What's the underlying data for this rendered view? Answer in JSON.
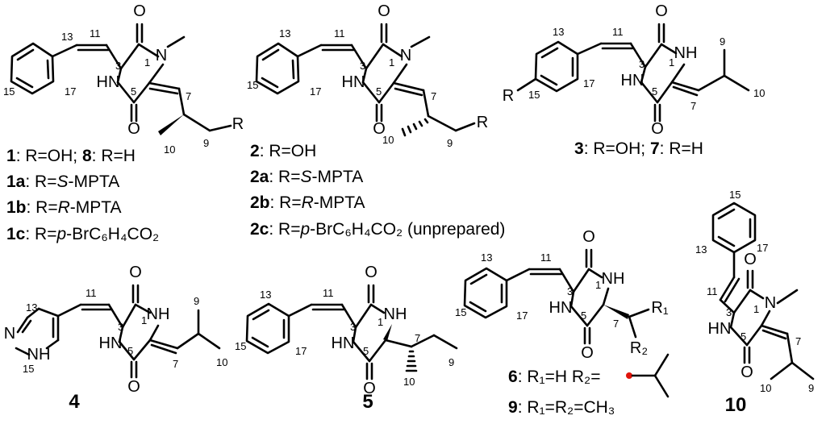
{
  "atoms": {
    "O": "O",
    "N": "N",
    "NH": "NH",
    "HN": "HN",
    "R": "R",
    "R1": "R₁",
    "R2": "R₂"
  },
  "numbers": {
    "n1": "1",
    "n3": "3",
    "n5": "5",
    "n7": "7",
    "n9": "9",
    "n10": "10",
    "n11": "11",
    "n13": "13",
    "n15": "15",
    "n17": "17"
  },
  "captions": {
    "c1_b1": "1",
    "c1_t1": ": R=OH; ",
    "c1_b2": "8",
    "c1_t2": ": R=H",
    "c1a_b": "1a",
    "c1a_t1": ": R=",
    "c1a_i": "S",
    "c1a_t2": "-MPTA",
    "c1b_b": "1b",
    "c1b_t1": ": R=",
    "c1b_i": "R",
    "c1b_t2": "-MPTA",
    "c1c_b": "1c",
    "c1c_t1": ": R=",
    "c1c_i": "p",
    "c1c_t2": "-BrC₆H₄CO₂",
    "c2_b": "2",
    "c2_t": ": R=OH",
    "c2a_b": "2a",
    "c2a_t1": ": R=",
    "c2a_i": "S",
    "c2a_t2": "-MPTA",
    "c2b_b": "2b",
    "c2b_t1": ": R=",
    "c2b_i": "R",
    "c2b_t2": "-MPTA",
    "c2c_b": "2c",
    "c2c_t1": ": R=",
    "c2c_i": "p",
    "c2c_t2": "-BrC₆H₄CO₂ (unprepared)",
    "c3_b1": "3",
    "c3_t1": ": R=OH; ",
    "c3_b2": "7",
    "c3_t2": ": R=H",
    "c6_b": "6",
    "c6_t1": ": R₁=H  R₂=",
    "c9_b": "9",
    "c9_t": ": R₁=R₂=CH₃"
  },
  "labels": {
    "l4": "4",
    "l5": "5",
    "l10": "10"
  },
  "colors": {
    "attachment_dot": "#e0140b"
  }
}
